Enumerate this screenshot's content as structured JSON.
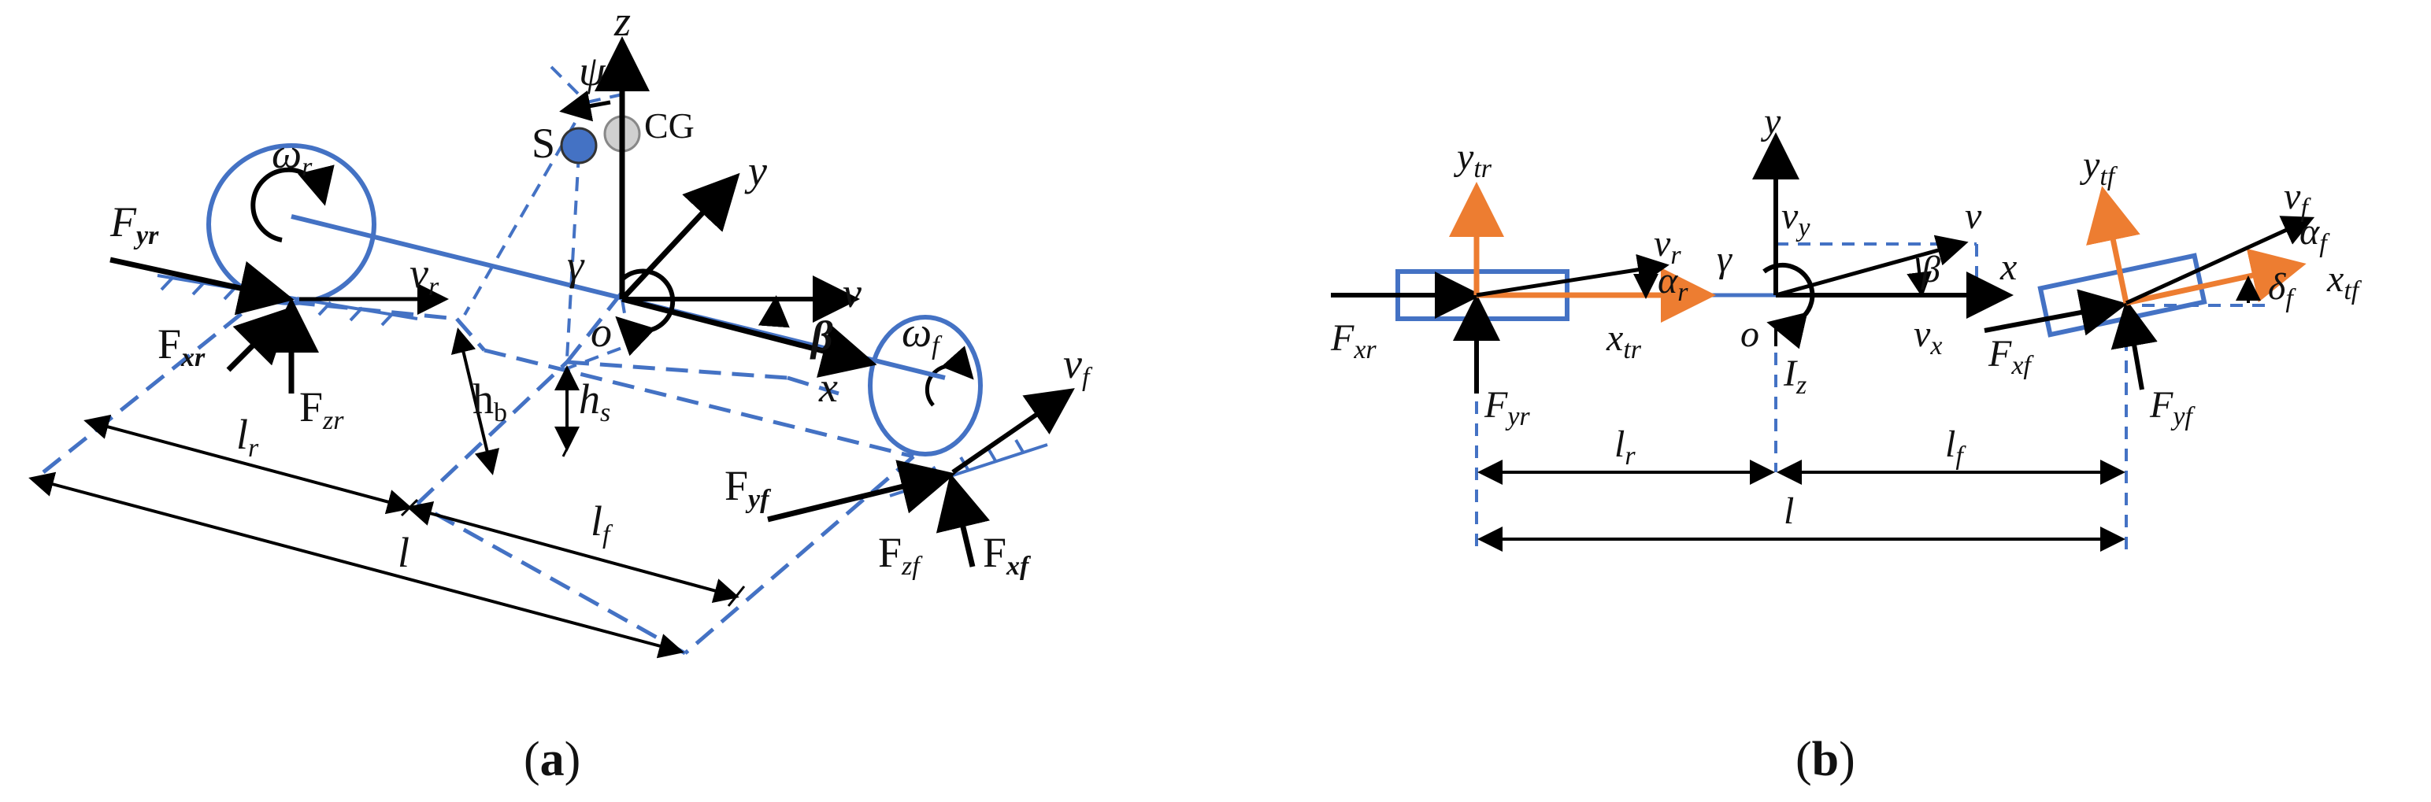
{
  "colors": {
    "ink": "#000000",
    "blue": "#4472C4",
    "orange": "#ED7D31",
    "gray": "#D0D0D0"
  },
  "panel_a": {
    "caption_open": "(",
    "caption_letter": "a",
    "caption_close": ")",
    "z": "z",
    "psi": "ψ",
    "S": "S",
    "CG": "CG",
    "y": "y",
    "x": "x",
    "v": "v",
    "beta": "β",
    "gamma": "γ",
    "o": "o",
    "omega_r": "ω",
    "omega_r_sub": "r",
    "omega_f": "ω",
    "omega_f_sub": "f",
    "F_yr": "F",
    "F_yr_sub": "yr",
    "F_xr": "F",
    "F_xr_sub": "xr",
    "F_zr": "F",
    "F_zr_sub": "zr",
    "v_r": "v",
    "v_r_sub": "r",
    "v_f": "v",
    "v_f_sub": "f",
    "h_b": "h",
    "h_b_sub": "b",
    "h_s": "h",
    "h_s_sub": "s",
    "l_r": "l",
    "l_r_sub": "r",
    "l_f": "l",
    "l_f_sub": "f",
    "l": "l",
    "F_yf": "F",
    "F_yf_sub": "yf",
    "F_zf": "F",
    "F_zf_sub": "zf",
    "F_xf": "F",
    "F_xf_sub": "xf"
  },
  "panel_b": {
    "caption_open": "(",
    "caption_letter": "b",
    "caption_close": ")",
    "y": "y",
    "x": "x",
    "v": "v",
    "beta": "β",
    "gamma": "γ",
    "o": "o",
    "v_y": "v",
    "v_y_sub": "y",
    "v_x": "v",
    "v_x_sub": "x",
    "I_z": "I",
    "I_z_sub": "z",
    "y_tr": "y",
    "y_tr_sub": "tr",
    "x_tr": "x",
    "x_tr_sub": "tr",
    "v_r": "v",
    "v_r_sub": "r",
    "alpha_r": "α",
    "alpha_r_sub": "r",
    "F_xr": "F",
    "F_xr_sub": "xr",
    "F_yr": "F",
    "F_yr_sub": "yr",
    "y_tf": "y",
    "y_tf_sub": "tf",
    "x_tf": "x",
    "x_tf_sub": "tf",
    "v_f": "v",
    "v_f_sub": "f",
    "alpha_f": "α",
    "alpha_f_sub": "f",
    "delta_f": "δ",
    "delta_f_sub": "f",
    "F_xf": "F",
    "F_xf_sub": "xf",
    "F_yf": "F",
    "F_yf_sub": "yf",
    "l_r": "l",
    "l_r_sub": "r",
    "l_f": "l",
    "l_f_sub": "f",
    "l": "l"
  }
}
